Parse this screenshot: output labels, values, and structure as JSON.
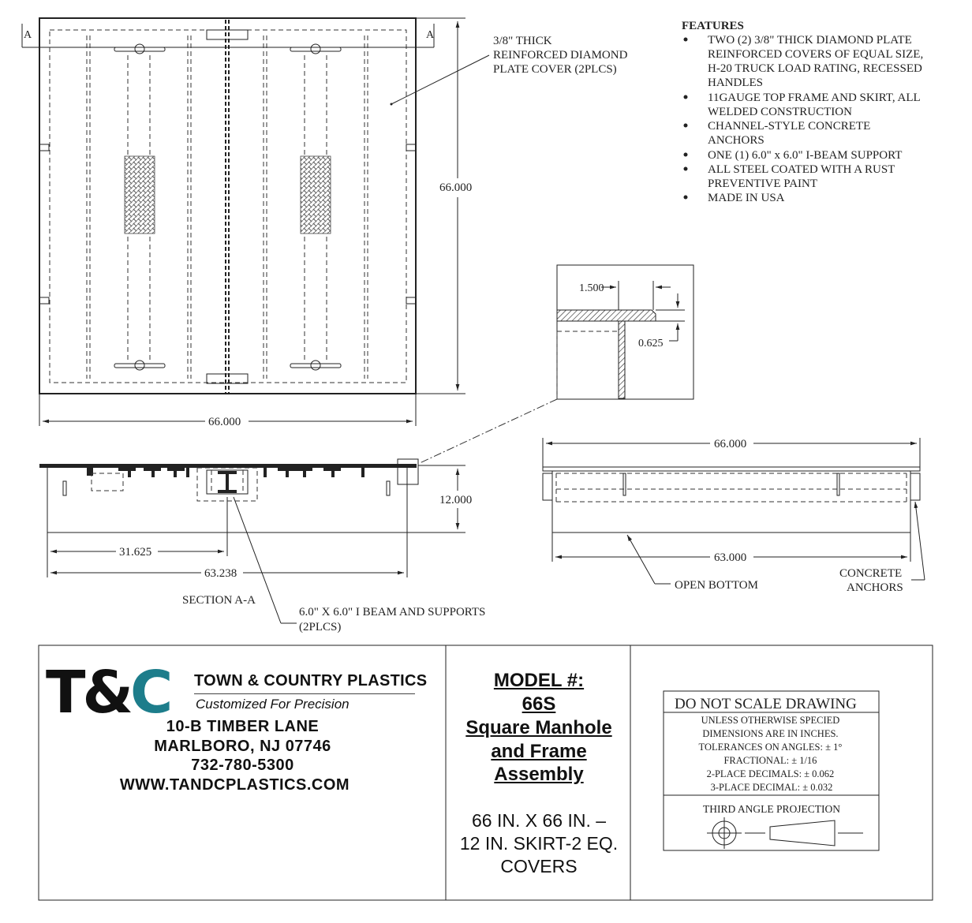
{
  "top_view": {
    "section_marker_left": "A",
    "section_marker_right": "A",
    "cover_callout": [
      "3/8\" THICK",
      "REINFORCED DIAMOND",
      "PLATE COVER (2PLCS)"
    ],
    "dim_height": "66.000",
    "dim_width": "66.000"
  },
  "features": {
    "heading": "FEATURES",
    "items": [
      [
        "TWO (2) 3/8\" THICK DIAMOND PLATE",
        "REINFORCED COVERS OF EQUAL SIZE,",
        "H-20 TRUCK LOAD RATING, RECESSED",
        "HANDLES"
      ],
      [
        "11GAUGE TOP FRAME AND SKIRT, ALL",
        "WELDED CONSTRUCTION"
      ],
      [
        "CHANNEL-STYLE CONCRETE",
        "ANCHORS"
      ],
      [
        "ONE (1) 6.0\" x 6.0\" I-BEAM SUPPORT"
      ],
      [
        "ALL STEEL COATED WITH A RUST",
        "PREVENTIVE PAINT"
      ],
      [
        "MADE IN USA"
      ]
    ]
  },
  "detail": {
    "dim_flange": "1.500",
    "dim_thickness": "0.625"
  },
  "section_view": {
    "dim_depth": "12.000",
    "dim_half": "31.625",
    "dim_inner": "63.238",
    "title": "SECTION A-A",
    "beam_callout": [
      "6.0\" X 6.0\" I BEAM AND SUPPORTS",
      "(2PLCS)"
    ]
  },
  "side_view": {
    "dim_top": "66.000",
    "dim_bottom": "63.000",
    "open_bottom": "OPEN BOTTOM",
    "anchors": [
      "CONCRETE",
      "ANCHORS"
    ]
  },
  "title_block": {
    "logo_part1": "T&",
    "logo_part2": "C",
    "company": "TOWN & COUNTRY PLASTICS",
    "tagline": "Customized For Precision",
    "address1": "10-B TIMBER LANE",
    "address2": "MARLBORO, NJ 07746",
    "phone": "732-780-5300",
    "website": "WWW.TANDCPLASTICS.COM",
    "model_label": "MODEL #:",
    "model_number": "66S",
    "model_name1": "Square Manhole",
    "model_name2": "and Frame",
    "model_name3": "Assembly",
    "model_desc1": "66 IN. X 66 IN. –",
    "model_desc2": "12 IN. SKIRT-2 EQ.",
    "model_desc3": "COVERS",
    "scale_note": "DO NOT SCALE DRAWING",
    "tolerances": [
      "UNLESS OTHERWISE SPECIED",
      "DIMENSIONS ARE IN INCHES.",
      "TOLERANCES ON ANGLES: ± 1°",
      "FRACTIONAL: ± 1/16",
      "2-PLACE DECIMALS: ± 0.062",
      "3-PLACE DECIMAL: ± 0.032"
    ],
    "projection": "THIRD ANGLE PROJECTION"
  }
}
